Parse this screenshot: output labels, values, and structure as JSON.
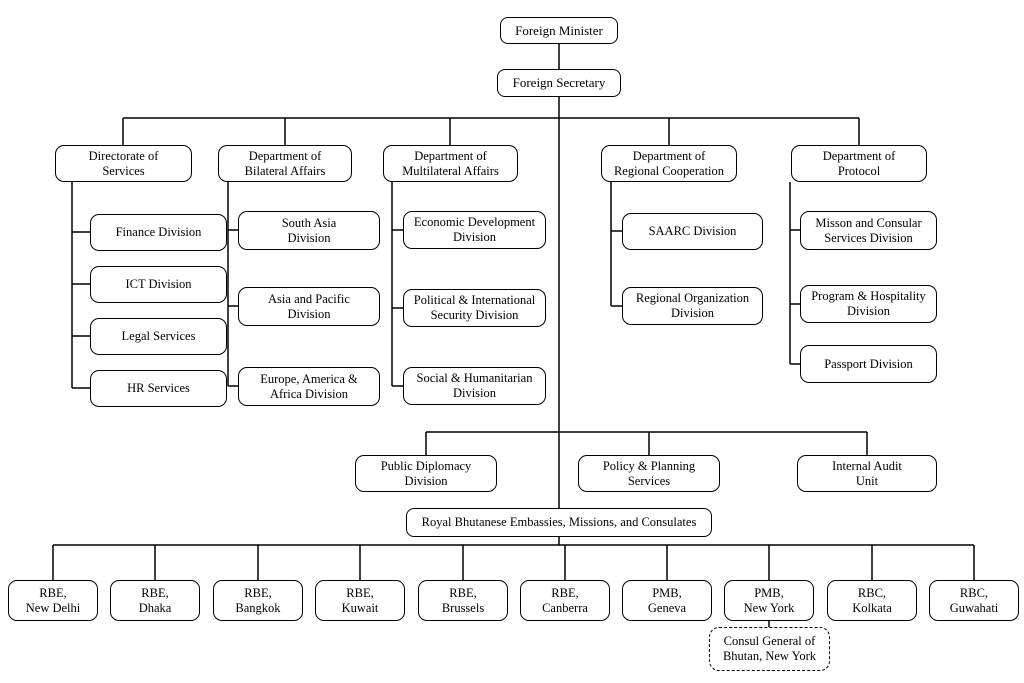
{
  "org": {
    "root": "Foreign Minister",
    "secretary": "Foreign Secretary",
    "departments": [
      {
        "label": "Directorate of\nServices",
        "children": [
          "Finance Division",
          "ICT Division",
          "Legal Services",
          "HR Services"
        ]
      },
      {
        "label": "Department of\nBilateral Affairs",
        "children": [
          "South Asia\nDivision",
          "Asia and Pacific\nDivision",
          "Europe, America &\nAfrica Division"
        ]
      },
      {
        "label": "Department of\nMultilateral Affairs",
        "children": [
          "Economic Development\nDivision",
          "Political & International\nSecurity Division",
          "Social & Humanitarian\nDivision"
        ]
      },
      {
        "label": "Department of\nRegional Cooperation",
        "children": [
          "SAARC Division",
          "Regional Organization\nDivision"
        ]
      },
      {
        "label": "Department of\nProtocol",
        "children": [
          "Misson and Consular\nServices Division",
          "Program & Hospitality\nDivision",
          "Passport Division"
        ]
      }
    ],
    "support_units": [
      "Public Diplomacy\nDivision",
      "Policy & Planning\nServices",
      "Internal Audit\nUnit"
    ],
    "missions_header": "Royal Bhutanese Embassies, Missions, and Consulates",
    "missions": [
      "RBE,\nNew Delhi",
      "RBE,\nDhaka",
      "RBE,\nBangkok",
      "RBE,\nKuwait",
      "RBE,\nBrussels",
      "RBE,\nCanberra",
      "PMB,\nGeneva",
      "PMB,\nNew York",
      "RBC,\nKolkata",
      "RBC,\nGuwahati"
    ],
    "consulate_note": "Consul General of\nBhutan, New York",
    "line_color": "#000000"
  }
}
